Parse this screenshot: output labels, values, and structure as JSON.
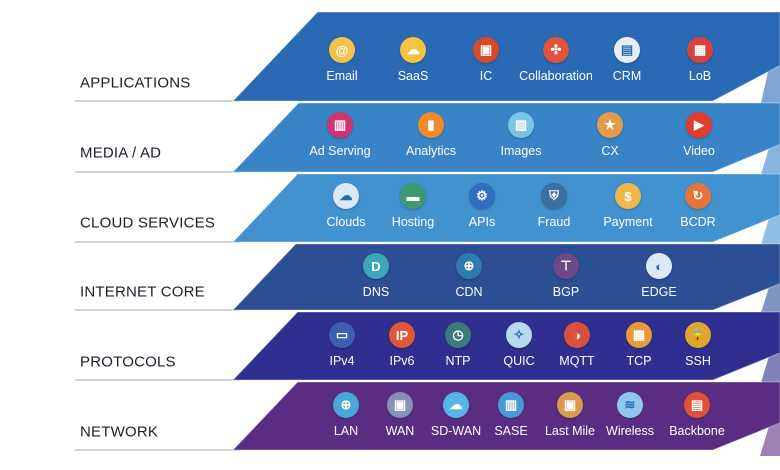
{
  "layers": [
    {
      "label": "APPLICATIONS",
      "color": "#2a6ab4",
      "items": [
        {
          "label": "Email",
          "icon": "email-icon",
          "color": "#f2c14e",
          "glyph": "@"
        },
        {
          "label": "SaaS",
          "icon": "saas-cloud-icon",
          "color": "#f5c342",
          "glyph": "☁"
        },
        {
          "label": "IC",
          "icon": "chip-icon",
          "color": "#d9482b",
          "glyph": "▣"
        },
        {
          "label": "Collaboration",
          "icon": "collaboration-icon",
          "color": "#e3513a",
          "glyph": "✣"
        },
        {
          "label": "CRM",
          "icon": "crm-icon",
          "color": "#e8eef7",
          "glyph": "▤"
        },
        {
          "label": "LoB",
          "icon": "lob-icon",
          "color": "#d9423a",
          "glyph": "▦"
        }
      ]
    },
    {
      "label": "MEDIA / AD",
      "color": "#3984c6",
      "items": [
        {
          "label": "Ad Serving",
          "icon": "ad-icon",
          "color": "#d2336f",
          "glyph": "▥"
        },
        {
          "label": "Analytics",
          "icon": "analytics-icon",
          "color": "#ef8a2f",
          "glyph": "▮"
        },
        {
          "label": "Images",
          "icon": "image-icon",
          "color": "#7cc3e8",
          "glyph": "▨"
        },
        {
          "label": "CX",
          "icon": "customer-rating-icon",
          "color": "#e39a4a",
          "glyph": "★"
        },
        {
          "label": "Video",
          "icon": "video-play-icon",
          "color": "#e23b2f",
          "glyph": "▶"
        }
      ]
    },
    {
      "label": "CLOUD SERVICES",
      "color": "#4292d0",
      "items": [
        {
          "label": "Clouds",
          "icon": "cloud-icon",
          "color": "#dbe9f7",
          "glyph": "☁"
        },
        {
          "label": "Hosting",
          "icon": "hosting-icon",
          "color": "#3d9a6e",
          "glyph": "▬"
        },
        {
          "label": "APIs",
          "icon": "api-gear-icon",
          "color": "#2f6fc0",
          "glyph": "⚙"
        },
        {
          "label": "Fraud",
          "icon": "fraud-search-icon",
          "color": "#3b6f9e",
          "glyph": "⛨"
        },
        {
          "label": "Payment",
          "icon": "payment-icon",
          "color": "#f0b84a",
          "glyph": "$"
        },
        {
          "label": "BCDR",
          "icon": "bcdr-icon",
          "color": "#e8733a",
          "glyph": "↻"
        }
      ]
    },
    {
      "label": "INTERNET CORE",
      "color": "#2c4e95",
      "items": [
        {
          "label": "DNS",
          "icon": "dns-globe-icon",
          "color": "#3ea6b8",
          "glyph": "D"
        },
        {
          "label": "CDN",
          "icon": "cdn-icon",
          "color": "#2f7bb0",
          "glyph": "⊕"
        },
        {
          "label": "BGP",
          "icon": "bgp-icon",
          "color": "#6a4a8a",
          "glyph": "⊤"
        },
        {
          "label": "EDGE",
          "icon": "edge-icon",
          "color": "#dce8f5",
          "glyph": "◐"
        }
      ]
    },
    {
      "label": "PROTOCOLS",
      "color": "#2e2f8e",
      "items": [
        {
          "label": "IPv4",
          "icon": "ipv4-icon",
          "color": "#3e5fb0",
          "glyph": "▭"
        },
        {
          "label": "IPv6",
          "icon": "ip-pin-icon",
          "color": "#e2573a",
          "glyph": "IP"
        },
        {
          "label": "NTP",
          "icon": "ntp-clock-icon",
          "color": "#3d7a7a",
          "glyph": "◷"
        },
        {
          "label": "QUIC",
          "icon": "quic-icon",
          "color": "#b7d9f0",
          "glyph": "✧"
        },
        {
          "label": "MQTT",
          "icon": "mqtt-stopwatch-icon",
          "color": "#d9503e",
          "glyph": "◑"
        },
        {
          "label": "TCP",
          "icon": "tcp-icon",
          "color": "#e89a3a",
          "glyph": "▦"
        },
        {
          "label": "SSH",
          "icon": "ssh-lock-icon",
          "color": "#e0a531",
          "glyph": "🔒"
        }
      ]
    },
    {
      "label": "NETWORK",
      "color": "#5a2d82",
      "items": [
        {
          "label": "LAN",
          "icon": "lan-icon",
          "color": "#4aa6d8",
          "glyph": "⊕"
        },
        {
          "label": "WAN",
          "icon": "wan-icon",
          "color": "#8a8fb5",
          "glyph": "▣"
        },
        {
          "label": "SD-WAN",
          "icon": "sdwan-cloud-icon",
          "color": "#5ab3e6",
          "glyph": "☁"
        },
        {
          "label": "SASE",
          "icon": "sase-icon",
          "color": "#4a98d8",
          "glyph": "▥"
        },
        {
          "label": "Last Mile",
          "icon": "delivery-box-icon",
          "color": "#d99a4e",
          "glyph": "▣"
        },
        {
          "label": "Wireless",
          "icon": "wifi-icon",
          "color": "#8fc8ec",
          "glyph": "≋"
        },
        {
          "label": "Backbone",
          "icon": "backbone-icon",
          "color": "#e0503a",
          "glyph": "▤"
        }
      ]
    }
  ]
}
